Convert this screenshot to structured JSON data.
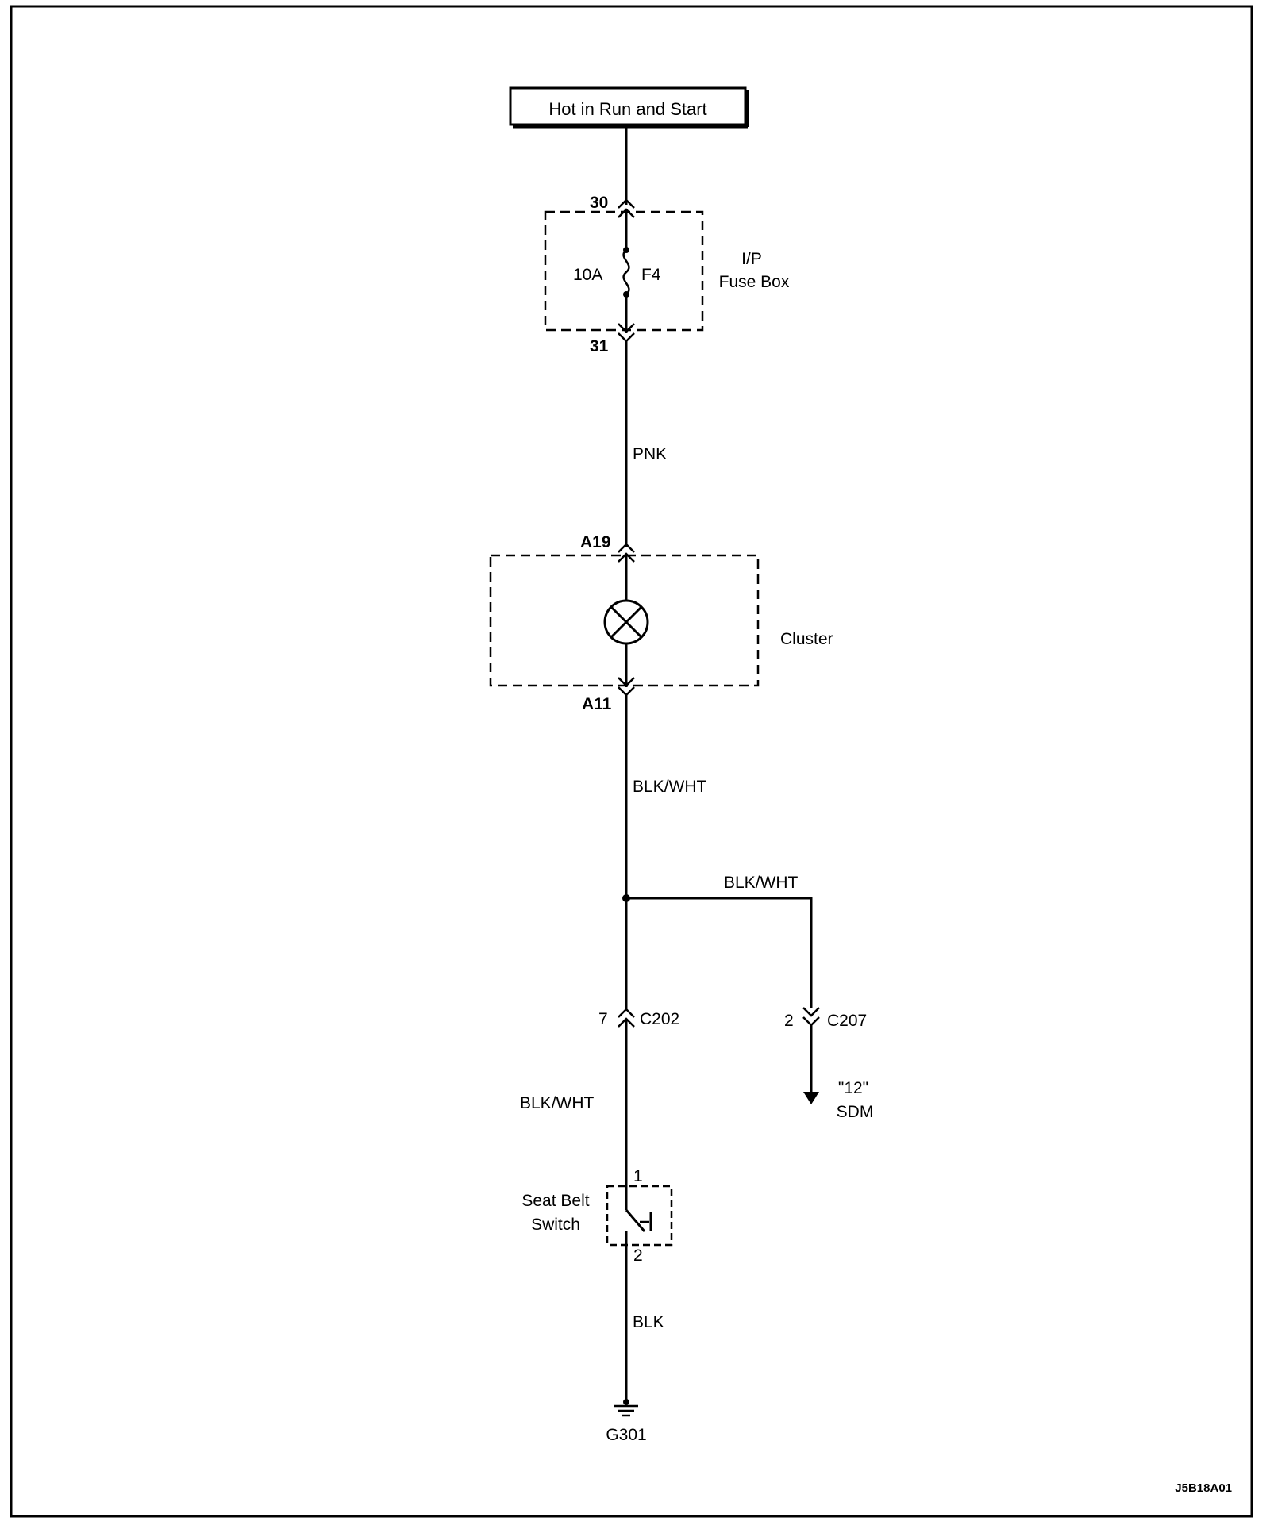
{
  "power_source": {
    "label": "Hot in Run and Start"
  },
  "fuse_box": {
    "name_line1": "I/P",
    "name_line2": "Fuse Box",
    "fuse_rating": "10A",
    "fuse_id": "F4",
    "pin_in": "30",
    "pin_out": "31"
  },
  "wires": {
    "fuse_to_cluster": "PNK",
    "cluster_to_splice": "BLK/WHT",
    "splice_branch": "BLK/WHT",
    "c202_to_switch": "BLK/WHT",
    "switch_to_ground": "BLK"
  },
  "cluster": {
    "name": "Cluster",
    "pin_in": "A19",
    "pin_out": "A11"
  },
  "connectors": {
    "c202": {
      "pin": "7",
      "name": "C202"
    },
    "c207": {
      "pin": "2",
      "name": "C207"
    }
  },
  "sdm": {
    "ref": "\"12\"",
    "name": "SDM"
  },
  "seat_belt_switch": {
    "name_line1": "Seat Belt",
    "name_line2": "Switch",
    "pin1": "1",
    "pin2": "2"
  },
  "ground": {
    "name": "G301"
  },
  "diagram_id": "J5B18A01"
}
